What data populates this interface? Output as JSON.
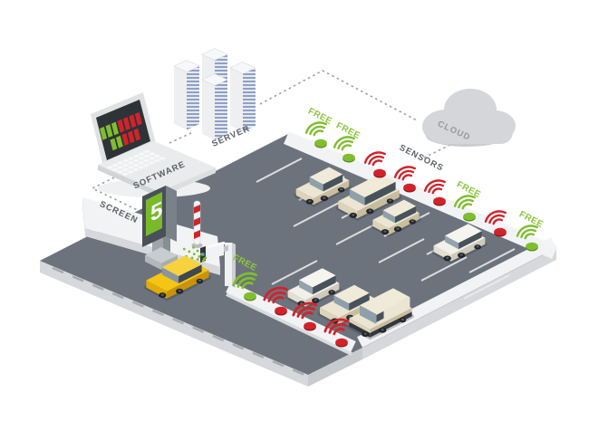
{
  "labels": {
    "software": "SOFTWARE",
    "server": "SERVER",
    "cloud": "CLOUD",
    "sensors": "SENSORS",
    "screen": "SCREEN",
    "free": "FREE",
    "screen_number": "5"
  },
  "laptop_display": {
    "rows": [
      [
        "green",
        "green",
        "green",
        "red",
        "red",
        "red",
        "red"
      ],
      [
        "green",
        "green",
        "red",
        "red",
        "red"
      ]
    ]
  },
  "curb_sensors": [
    {
      "state": "free",
      "labeled": true
    },
    {
      "state": "free",
      "labeled": true
    },
    {
      "state": "occupied",
      "labeled": false
    },
    {
      "state": "occupied",
      "labeled": false
    },
    {
      "state": "occupied",
      "labeled": false
    },
    {
      "state": "free",
      "labeled": true
    },
    {
      "state": "occupied",
      "labeled": false
    },
    {
      "state": "free",
      "labeled": true
    }
  ],
  "island_sensors": [
    {
      "state": "free",
      "labeled": true
    },
    {
      "state": "occupied",
      "labeled": false
    },
    {
      "state": "occupied",
      "labeled": false
    },
    {
      "state": "occupied",
      "labeled": false
    }
  ],
  "cars": [
    {
      "type": "sedan",
      "color": "beige",
      "row": "top-row"
    },
    {
      "type": "minivan",
      "color": "beige",
      "row": "top-row"
    },
    {
      "type": "compact",
      "color": "beige",
      "row": "top-row"
    },
    {
      "type": "compact",
      "color": "white",
      "row": "right"
    },
    {
      "type": "hatchback",
      "color": "white",
      "row": "bottom-row"
    },
    {
      "type": "sedan",
      "color": "beige",
      "row": "bottom-row"
    },
    {
      "type": "van",
      "color": "beige",
      "row": "bottom-row"
    },
    {
      "type": "sedan",
      "color": "yellow",
      "row": "entrance"
    }
  ],
  "colors": {
    "lot": "#6c737c",
    "curb": "#f2f3f5",
    "side": "#d6d8db",
    "side_dark": "#c8cbce",
    "lane_dash": "#a6abb0",
    "green": "#7fbe2d",
    "green_dark": "#55881b",
    "red": "#d2232a",
    "red_dark": "#8e1318",
    "free_text": "#8dc63f",
    "label_text": "#5d6166",
    "screen_green": "#79ba2b",
    "server_stripe": "#8fa0c6",
    "cloud": "#d4d6d9",
    "laptop_screen": "#2e3338",
    "palettes": {
      "beige": {
        "top": "#ece5d2",
        "front": "#ddd3ba",
        "side": "#c9bd9e",
        "roof": "#f0ead9",
        "window": "#47525b",
        "windshield": "#8fa0aa"
      },
      "white": {
        "top": "#f2f0e9",
        "front": "#e3dfd2",
        "side": "#cfcaba",
        "roof": "#f6f4ee",
        "window": "#47525b",
        "windshield": "#93a3ac"
      },
      "yellow": {
        "top": "#f5c515",
        "front": "#e3ac05",
        "side": "#c9930a",
        "roof": "#f7d23e",
        "window": "#3e4850",
        "windshield": "#87969f"
      },
      "van_dark": "#33383d",
      "wheel": "#22262a",
      "hub": "#596067"
    }
  }
}
